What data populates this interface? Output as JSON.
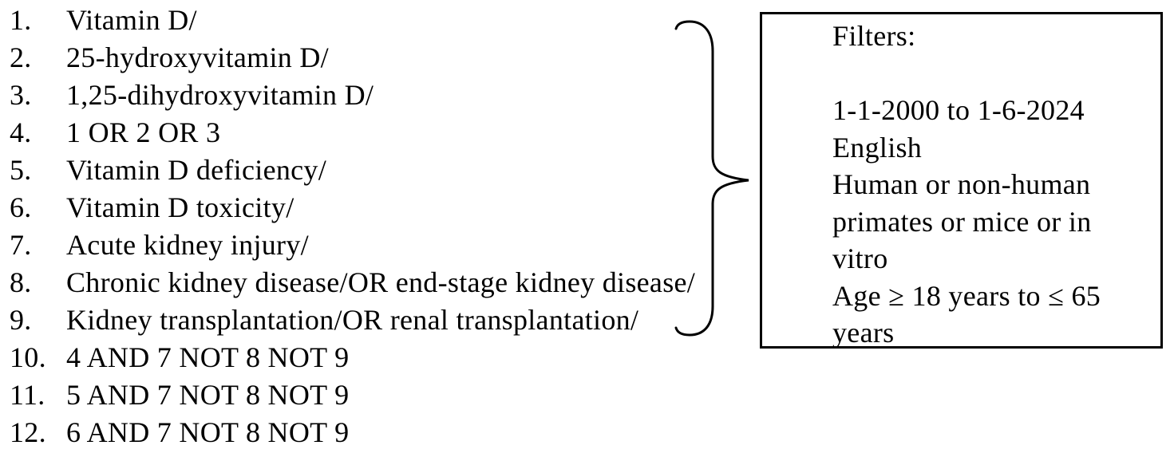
{
  "figure": {
    "search_strategy": {
      "items": [
        {
          "number": "1.",
          "text": "Vitamin D/"
        },
        {
          "number": "2.",
          "text": "25-hydroxyvitamin D/"
        },
        {
          "number": "3.",
          "text": "1,25-dihydroxyvitamin D/"
        },
        {
          "number": "4.",
          "text": "1 OR 2 OR 3"
        },
        {
          "number": "5.",
          "text": "Vitamin D deficiency/"
        },
        {
          "number": "6.",
          "text": "Vitamin D toxicity/"
        },
        {
          "number": "7.",
          "text": "Acute kidney injury/"
        },
        {
          "number": "8.",
          "text": "Chronic kidney disease/OR end-stage kidney disease/"
        },
        {
          "number": "9.",
          "text": "Kidney transplantation/OR renal transplantation/"
        },
        {
          "number": "10.",
          "text": "4 AND 7 NOT 8 NOT 9"
        },
        {
          "number": "11.",
          "text": "5 AND 7 NOT 8 NOT 9"
        },
        {
          "number": "12.",
          "text": "6 AND 7 NOT 8 NOT 9"
        }
      ],
      "brace": {
        "grouped_items": "1-9",
        "points_to": "filters_box"
      }
    },
    "filters_box": {
      "title": "Filters:",
      "entries": [
        "1-1-2000 to 1-6-2024",
        "English",
        "Human or non-human primates or mice or in vitro",
        "Age ≥ 18 years to ≤ 65 years"
      ]
    },
    "colors": {
      "text": "#000000",
      "background": "#ffffff",
      "box_border": "#000000",
      "brace_stroke": "#000000"
    }
  }
}
